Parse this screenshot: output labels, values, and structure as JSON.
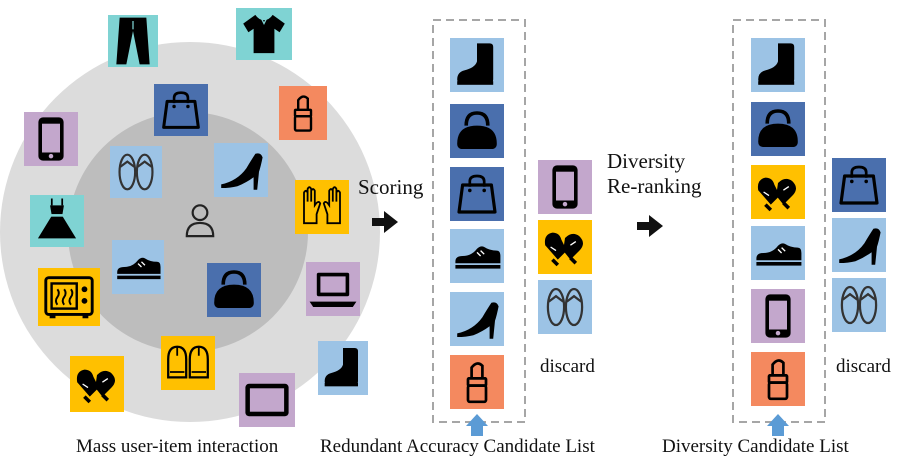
{
  "labels": {
    "scoring": "Scoring",
    "diversity_line1": "Diversity",
    "diversity_line2": "Re-ranking",
    "discard_1": "discard",
    "discard_2": "discard",
    "caption_left": "Mass user-item interaction",
    "caption_mid": "Redundant Accuracy Candidate List",
    "caption_right": "Diversity Candidate List"
  },
  "colors": {
    "outer_circle": "#dcdcdc",
    "inner_circle": "#bdbdbd",
    "teal": "#7fd3d3",
    "light_blue": "#9cc3e5",
    "dark_blue": "#4a6fad",
    "orange": "#f4895f",
    "purple": "#c3a7cc",
    "yellow": "#ffc000",
    "box_dash": "#a6a6a6",
    "arrow_up": "#5b9bd5"
  },
  "scatter_items": [
    {
      "icon": "pants-icon",
      "color": "teal"
    },
    {
      "icon": "shirt-icon",
      "color": "teal"
    },
    {
      "icon": "handbag-icon",
      "color": "dark_blue"
    },
    {
      "icon": "lipstick-icon",
      "color": "orange"
    },
    {
      "icon": "phone-icon",
      "color": "purple"
    },
    {
      "icon": "sandals-icon",
      "color": "light_blue"
    },
    {
      "icon": "high-heel-icon",
      "color": "light_blue"
    },
    {
      "icon": "dress-icon",
      "color": "teal"
    },
    {
      "icon": "user-icon",
      "color": "none"
    },
    {
      "icon": "gloves-icon",
      "color": "yellow"
    },
    {
      "icon": "shoe-icon",
      "color": "light_blue"
    },
    {
      "icon": "oven-icon",
      "color": "yellow"
    },
    {
      "icon": "purse-icon",
      "color": "dark_blue"
    },
    {
      "icon": "laptop-icon",
      "color": "purple"
    },
    {
      "icon": "mittens-icon",
      "color": "yellow"
    },
    {
      "icon": "gloves-outline-icon",
      "color": "yellow"
    },
    {
      "icon": "tablet-icon",
      "color": "purple"
    },
    {
      "icon": "boot-icon",
      "color": "light_blue"
    }
  ],
  "accuracy_list": [
    "boot-icon",
    "purse-icon",
    "handbag-icon",
    "shoe-icon",
    "high-heel-icon",
    "lipstick-icon"
  ],
  "accuracy_discard": [
    "phone-icon",
    "mittens-icon",
    "sandals-icon"
  ],
  "diversity_list": [
    "boot-icon",
    "purse-icon",
    "mittens-icon",
    "shoe-icon",
    "phone-icon",
    "lipstick-icon"
  ],
  "diversity_discard": [
    "handbag-icon",
    "high-heel-icon",
    "sandals-icon"
  ]
}
